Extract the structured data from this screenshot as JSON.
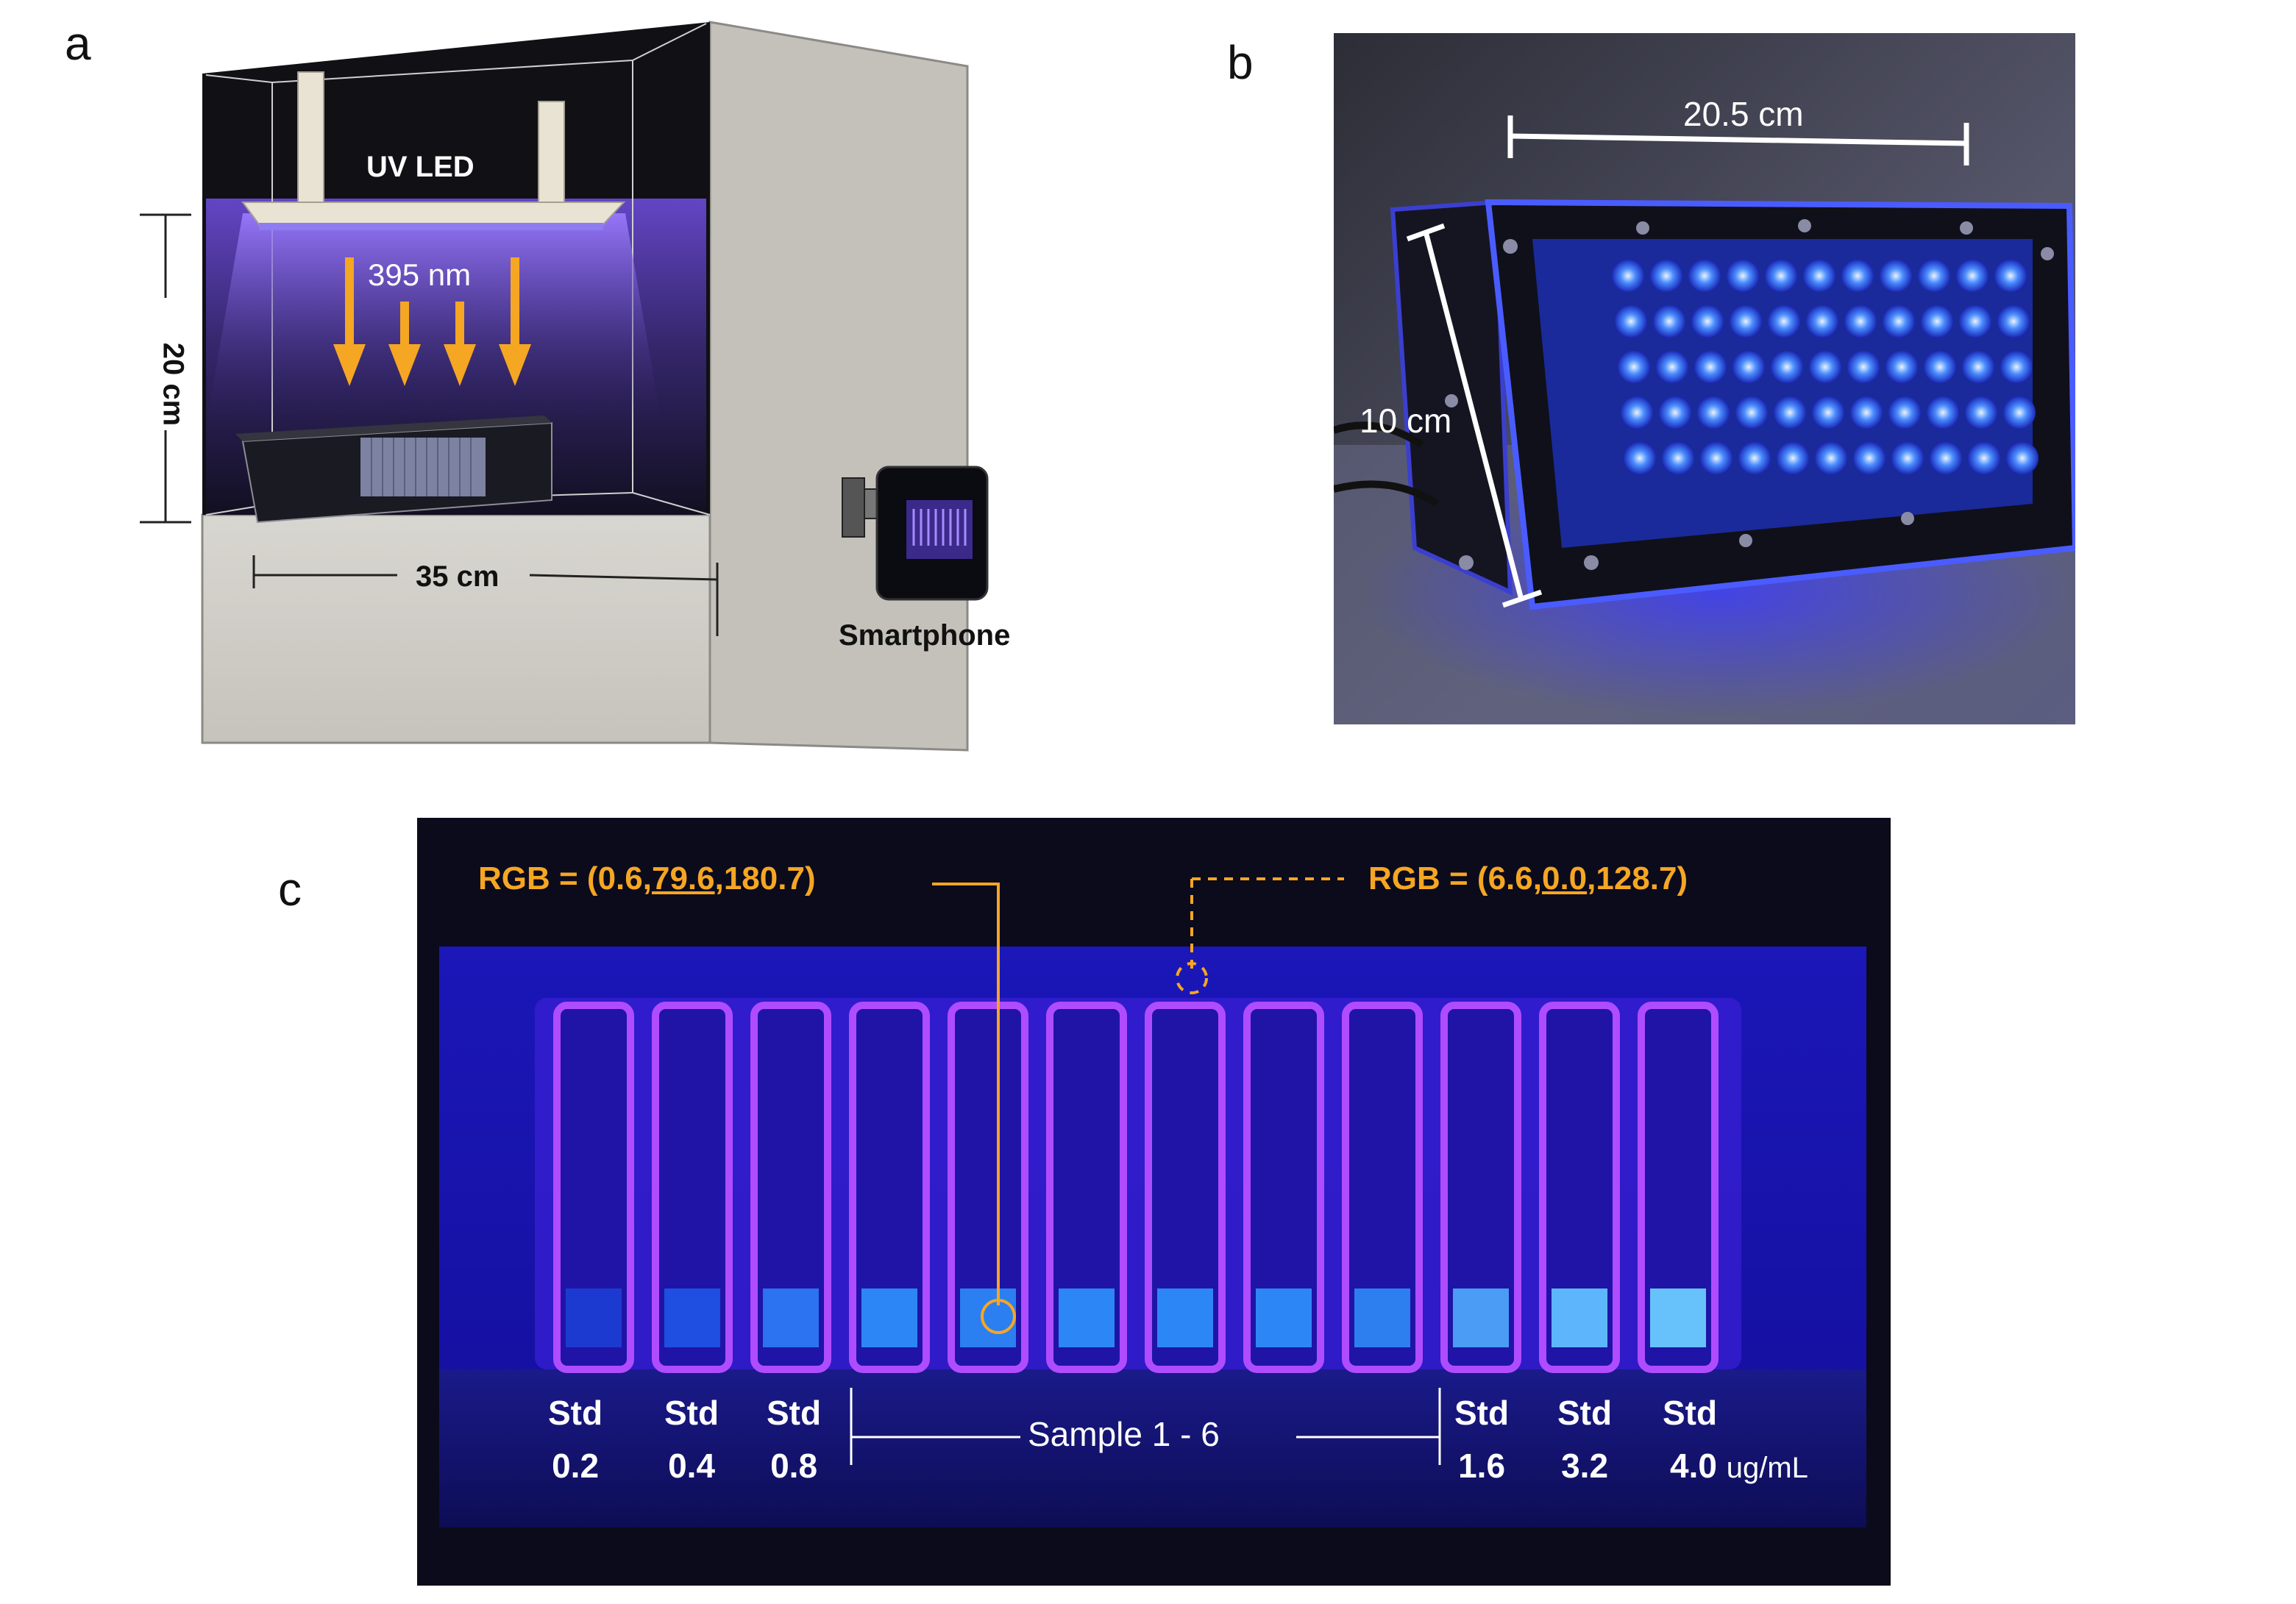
{
  "panels": {
    "a": {
      "letter": "a",
      "led_label": "UV LED",
      "wavelength": "395 nm",
      "height_label": "20 cm",
      "width_label": "35 cm",
      "phone_label": "Smartphone"
    },
    "b": {
      "letter": "b",
      "length_label": "20.5 cm",
      "height_label": "10 cm"
    },
    "c": {
      "letter": "c",
      "rgb_left_prefix": "RGB = (0.6,",
      "rgb_left_underlined": "79.6",
      "rgb_left_suffix": ",180.7)",
      "rgb_right_prefix": "RGB = (6.6,",
      "rgb_right_underlined": "0.0",
      "rgb_right_suffix": ",128.7)",
      "std_word": "Std",
      "std_values": [
        "0.2",
        "0.4",
        "0.8",
        "1.6",
        "3.2",
        "4.0"
      ],
      "sample_label": "Sample 1 - 6",
      "unit_label": "ug/mL",
      "accent_color": "#f5a623"
    }
  }
}
